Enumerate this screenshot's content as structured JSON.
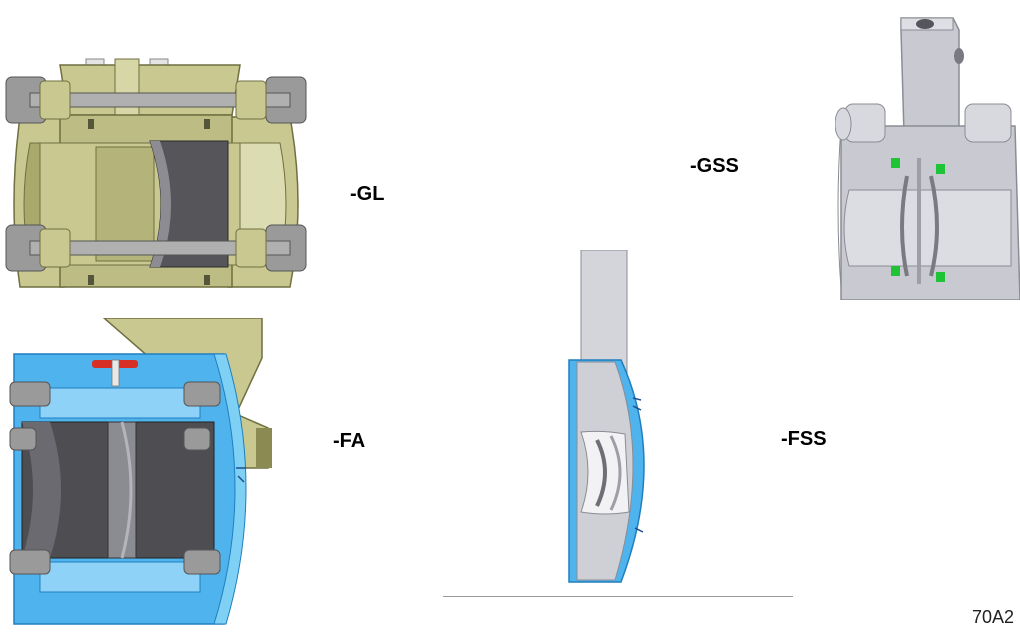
{
  "labels": {
    "gl": "-GL",
    "fa": "-FA",
    "gss": "-GSS",
    "fss": "-FSS"
  },
  "reference_code": "70A2",
  "colors": {
    "gold_body": "#c8c890",
    "gold_dark": "#8a8a52",
    "blue_body": "#4fb4ee",
    "blue_dark": "#1f7fbf",
    "grey_body": "#c9cad1",
    "grey_dark": "#8b8c94",
    "bore_dark": "#4e4e52",
    "seal_green": "#1ec337",
    "handle_red": "#d63026",
    "bolt_grey": "#9a9a9a"
  }
}
